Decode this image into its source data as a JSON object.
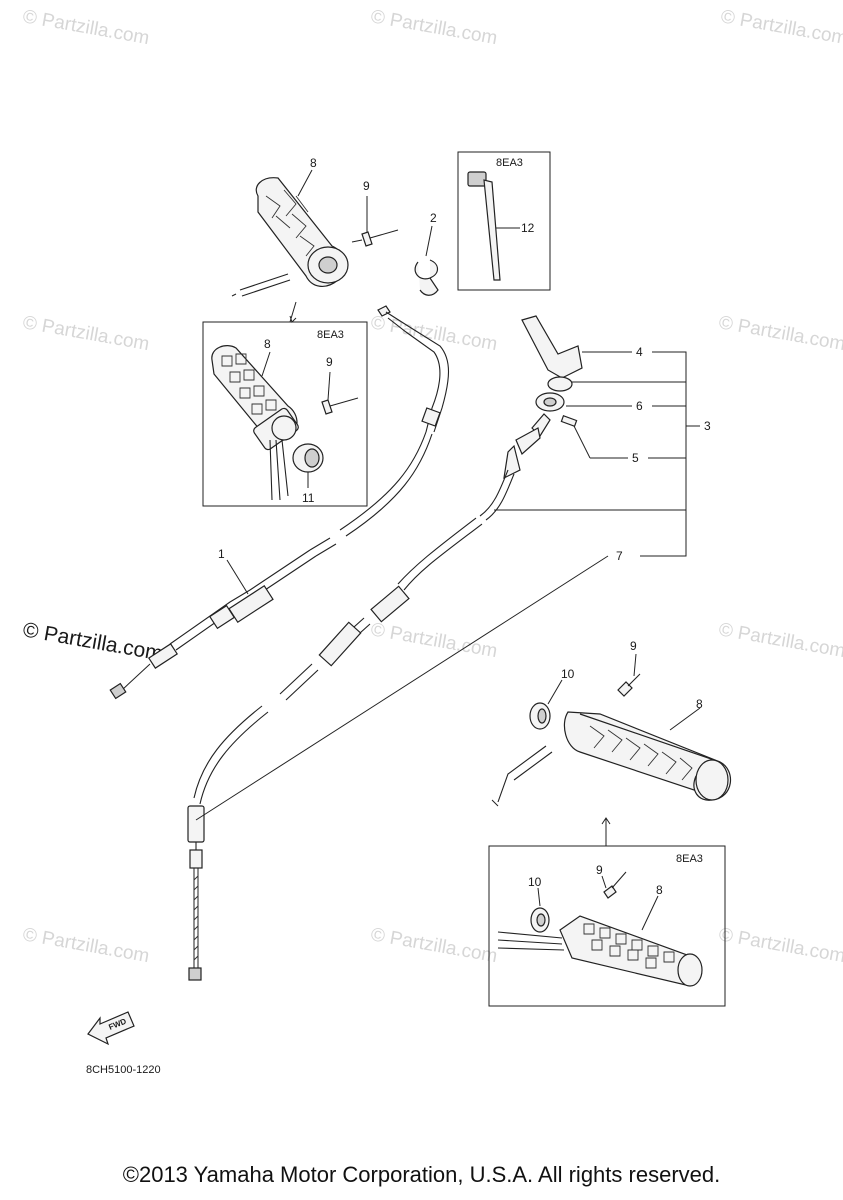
{
  "watermarks": {
    "text": "© Partzilla.com",
    "main_text": "© Partzilla.com"
  },
  "boxes": {
    "top_right": "8EA3",
    "left": "8EA3",
    "bottom_right": "8EA3"
  },
  "callouts": {
    "c1": "1",
    "c2": "2",
    "c3": "3",
    "c4": "4",
    "c5": "5",
    "c6": "6",
    "c7": "7",
    "c8_top": "8",
    "c8_left": "8",
    "c8_right": "8",
    "c8_bottom": "8",
    "c9_top": "9",
    "c9_left": "9",
    "c9_right": "9",
    "c9_bottom": "9",
    "c10_right": "10",
    "c10_bottom": "10",
    "c11": "11",
    "c12": "12"
  },
  "fwd_label": "FWD",
  "diagram_code": "8CH5100-1220",
  "copyright": "©2013 Yamaha Motor Corporation, U.S.A. All rights reserved."
}
